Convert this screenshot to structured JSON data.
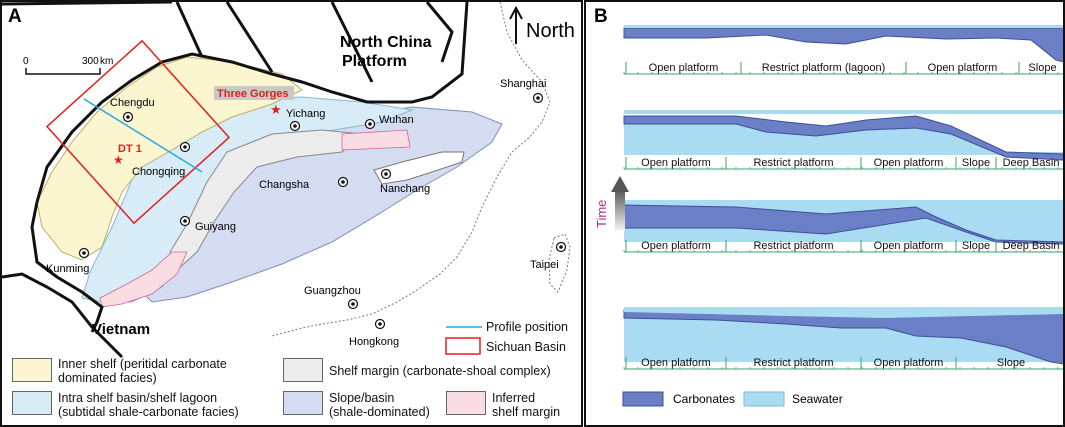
{
  "panel_a": {
    "label": "A",
    "north_label": "North",
    "scale": {
      "zero": "0",
      "dist": "300",
      "unit": "km"
    },
    "regions": {
      "north_china_1": "North China",
      "north_china_2": "Platform",
      "vietnam": "Vietnam"
    },
    "highlights": {
      "three_gorges": "Three Gorges",
      "dt1": "DT 1"
    },
    "cities": [
      "Chengdu",
      "Chongqing",
      "Yichang",
      "Wuhan",
      "Shanghai",
      "Changsha",
      "Nanchang",
      "Guiyang",
      "Kunming",
      "Guangzhou",
      "Hongkong",
      "Taipei"
    ],
    "legend": {
      "profile": "Profile position",
      "sichuan": "Sichuan Basin",
      "inner_shelf_1": "Inner shelf (peritidal carbonate",
      "inner_shelf_2": "dominated facies)",
      "intra_shelf_1": "Intra shelf basin/shelf lagoon",
      "intra_shelf_2": "(subtidal shale-carbonate facies)",
      "margin_1": "Shelf margin (carbonate-shoal complex)",
      "slope_1": "Slope/basin",
      "slope_2": "(shale-dominated)",
      "inferred_1": "Inferred",
      "inferred_2": "shelf margin"
    },
    "colors": {
      "inner_shelf": "#fbf6cf",
      "intra_shelf": "#d7ecf7",
      "shelf_margin": "#ececec",
      "slope_basin": "#d3dcf1",
      "inferred": "#f9dde2",
      "profile": "#2aa7e0",
      "basin_box": "#e0201b"
    }
  },
  "panel_b": {
    "label": "B",
    "time_label": "Time",
    "profiles": [
      {
        "zones": [
          "Open platform",
          "Restrict platform (lagoon)",
          "Open platform",
          "Slope"
        ]
      },
      {
        "zones": [
          "Open platform",
          "Restrict platform",
          "Open platform",
          "Slope",
          "Deep Basin"
        ]
      },
      {
        "zones": [
          "Open platform",
          "Restrict platform",
          "Open platform",
          "Slope",
          "Deep Basin"
        ]
      },
      {
        "zones": [
          "Open platform",
          "Restrict platform",
          "Open platform",
          "Slope"
        ]
      }
    ],
    "legend": {
      "carbonates": "Carbonates",
      "seawater": "Seawater"
    },
    "colors": {
      "carbonates": "#6b7fc7",
      "seawater": "#a9dcf3",
      "tick": "#3aa36b"
    }
  }
}
